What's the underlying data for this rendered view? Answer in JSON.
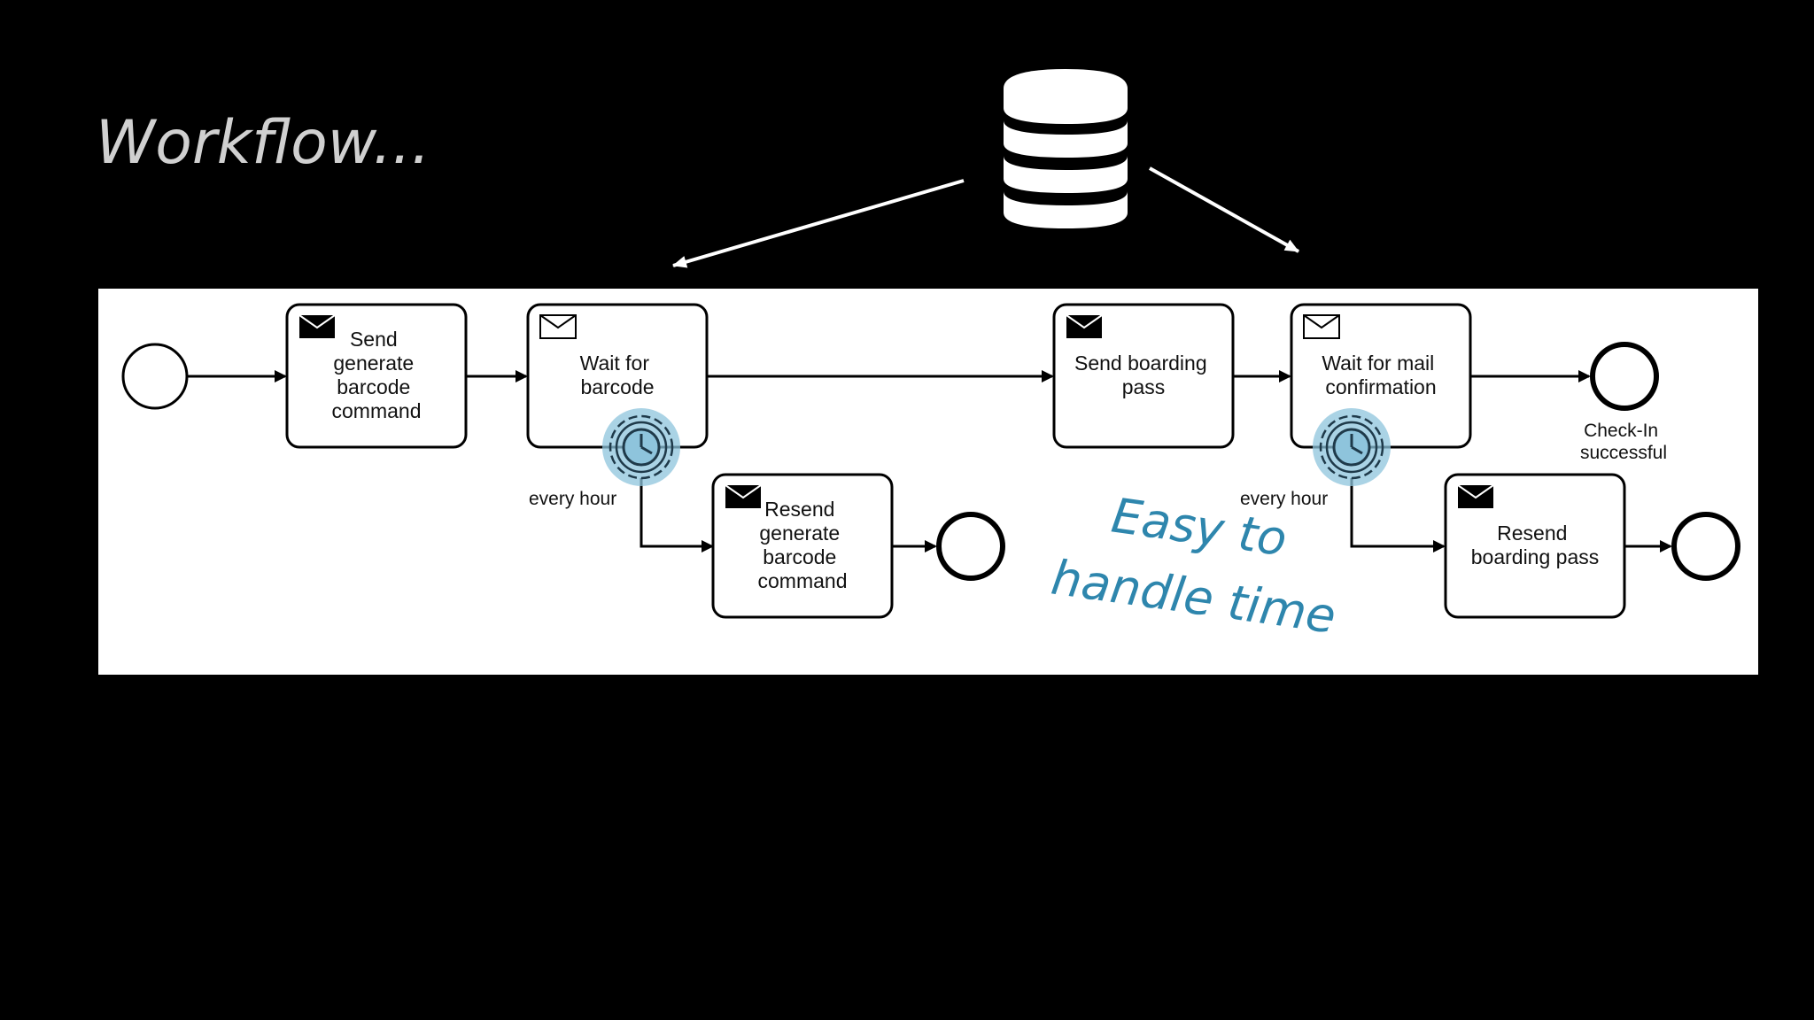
{
  "title": "Workflow...",
  "annotation": [
    "Easy to",
    "handle time"
  ],
  "colors": {
    "background": "#000000",
    "panel": "#ffffff",
    "title": "#d0d0d0",
    "annotation": "#2e86ad",
    "timer_halo": "#8ec4dc",
    "stroke": "#000000"
  },
  "icons": {
    "database": "database-icon",
    "send_message": "send-message-icon",
    "receive_message": "receive-message-icon",
    "timer": "timer-clock-icon"
  },
  "tasks": {
    "send_generate_barcode": [
      "Send",
      "generate",
      "barcode",
      "command"
    ],
    "wait_for_barcode": [
      "Wait for",
      "barcode"
    ],
    "resend_generate_barcode": [
      "Resend",
      "generate",
      "barcode",
      "command"
    ],
    "send_boarding_pass": [
      "Send boarding",
      "pass"
    ],
    "wait_for_mail_confirmation": [
      "Wait for mail",
      "confirmation"
    ],
    "resend_boarding_pass": [
      "Resend",
      "boarding pass"
    ]
  },
  "timers": {
    "barcode_timer": "every hour",
    "mail_timer": "every hour"
  },
  "events": {
    "check_in_end": [
      "Check-In",
      "successful"
    ]
  }
}
